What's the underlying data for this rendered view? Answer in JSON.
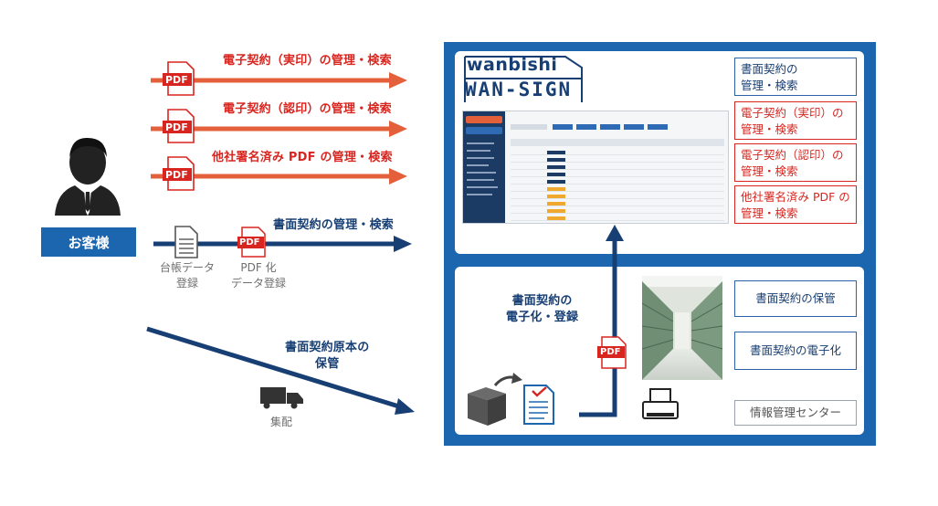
{
  "customer": {
    "label": "お客様"
  },
  "flows": {
    "electronic_jitsuin": "電子契約（実印）の管理・検索",
    "electronic_ninin": "電子契約（認印）の管理・検索",
    "other_signed_pdf": "他社署名済み PDF の管理・検索",
    "paper_contract": "書面契約の管理・検索",
    "original_storage_line1": "書面契約原本の",
    "original_storage_line2": "保管",
    "digitize_line1": "書面契約の",
    "digitize_line2": "電子化・登録"
  },
  "steps": {
    "ledger_line1": "台帳データ",
    "ledger_line2": "登録",
    "pdf_line1": "PDF 化",
    "pdf_line2": "データ登録",
    "delivery": "集配"
  },
  "pdf_badge": "PDF",
  "logo": {
    "top": "wanbishi",
    "bottom": "WAN-SIGN"
  },
  "system_tags": [
    {
      "line1": "書面契約の",
      "line2": "管理・検索"
    },
    {
      "line1": "電子契約（実印）の",
      "line2": "管理・検索"
    },
    {
      "line1": "電子契約（認印）の",
      "line2": "管理・検索"
    },
    {
      "line1": "他社署名済み PDF の",
      "line2": "管理・検索"
    }
  ],
  "center_tags": {
    "storage": "書面契約の保管",
    "digitize": "書面契約の電子化",
    "center": "情報管理センター"
  },
  "colors": {
    "red": "#d8251f",
    "orange_arrow": "#e3603a",
    "navy": "#173f74",
    "panel_blue": "#1c66b0"
  }
}
